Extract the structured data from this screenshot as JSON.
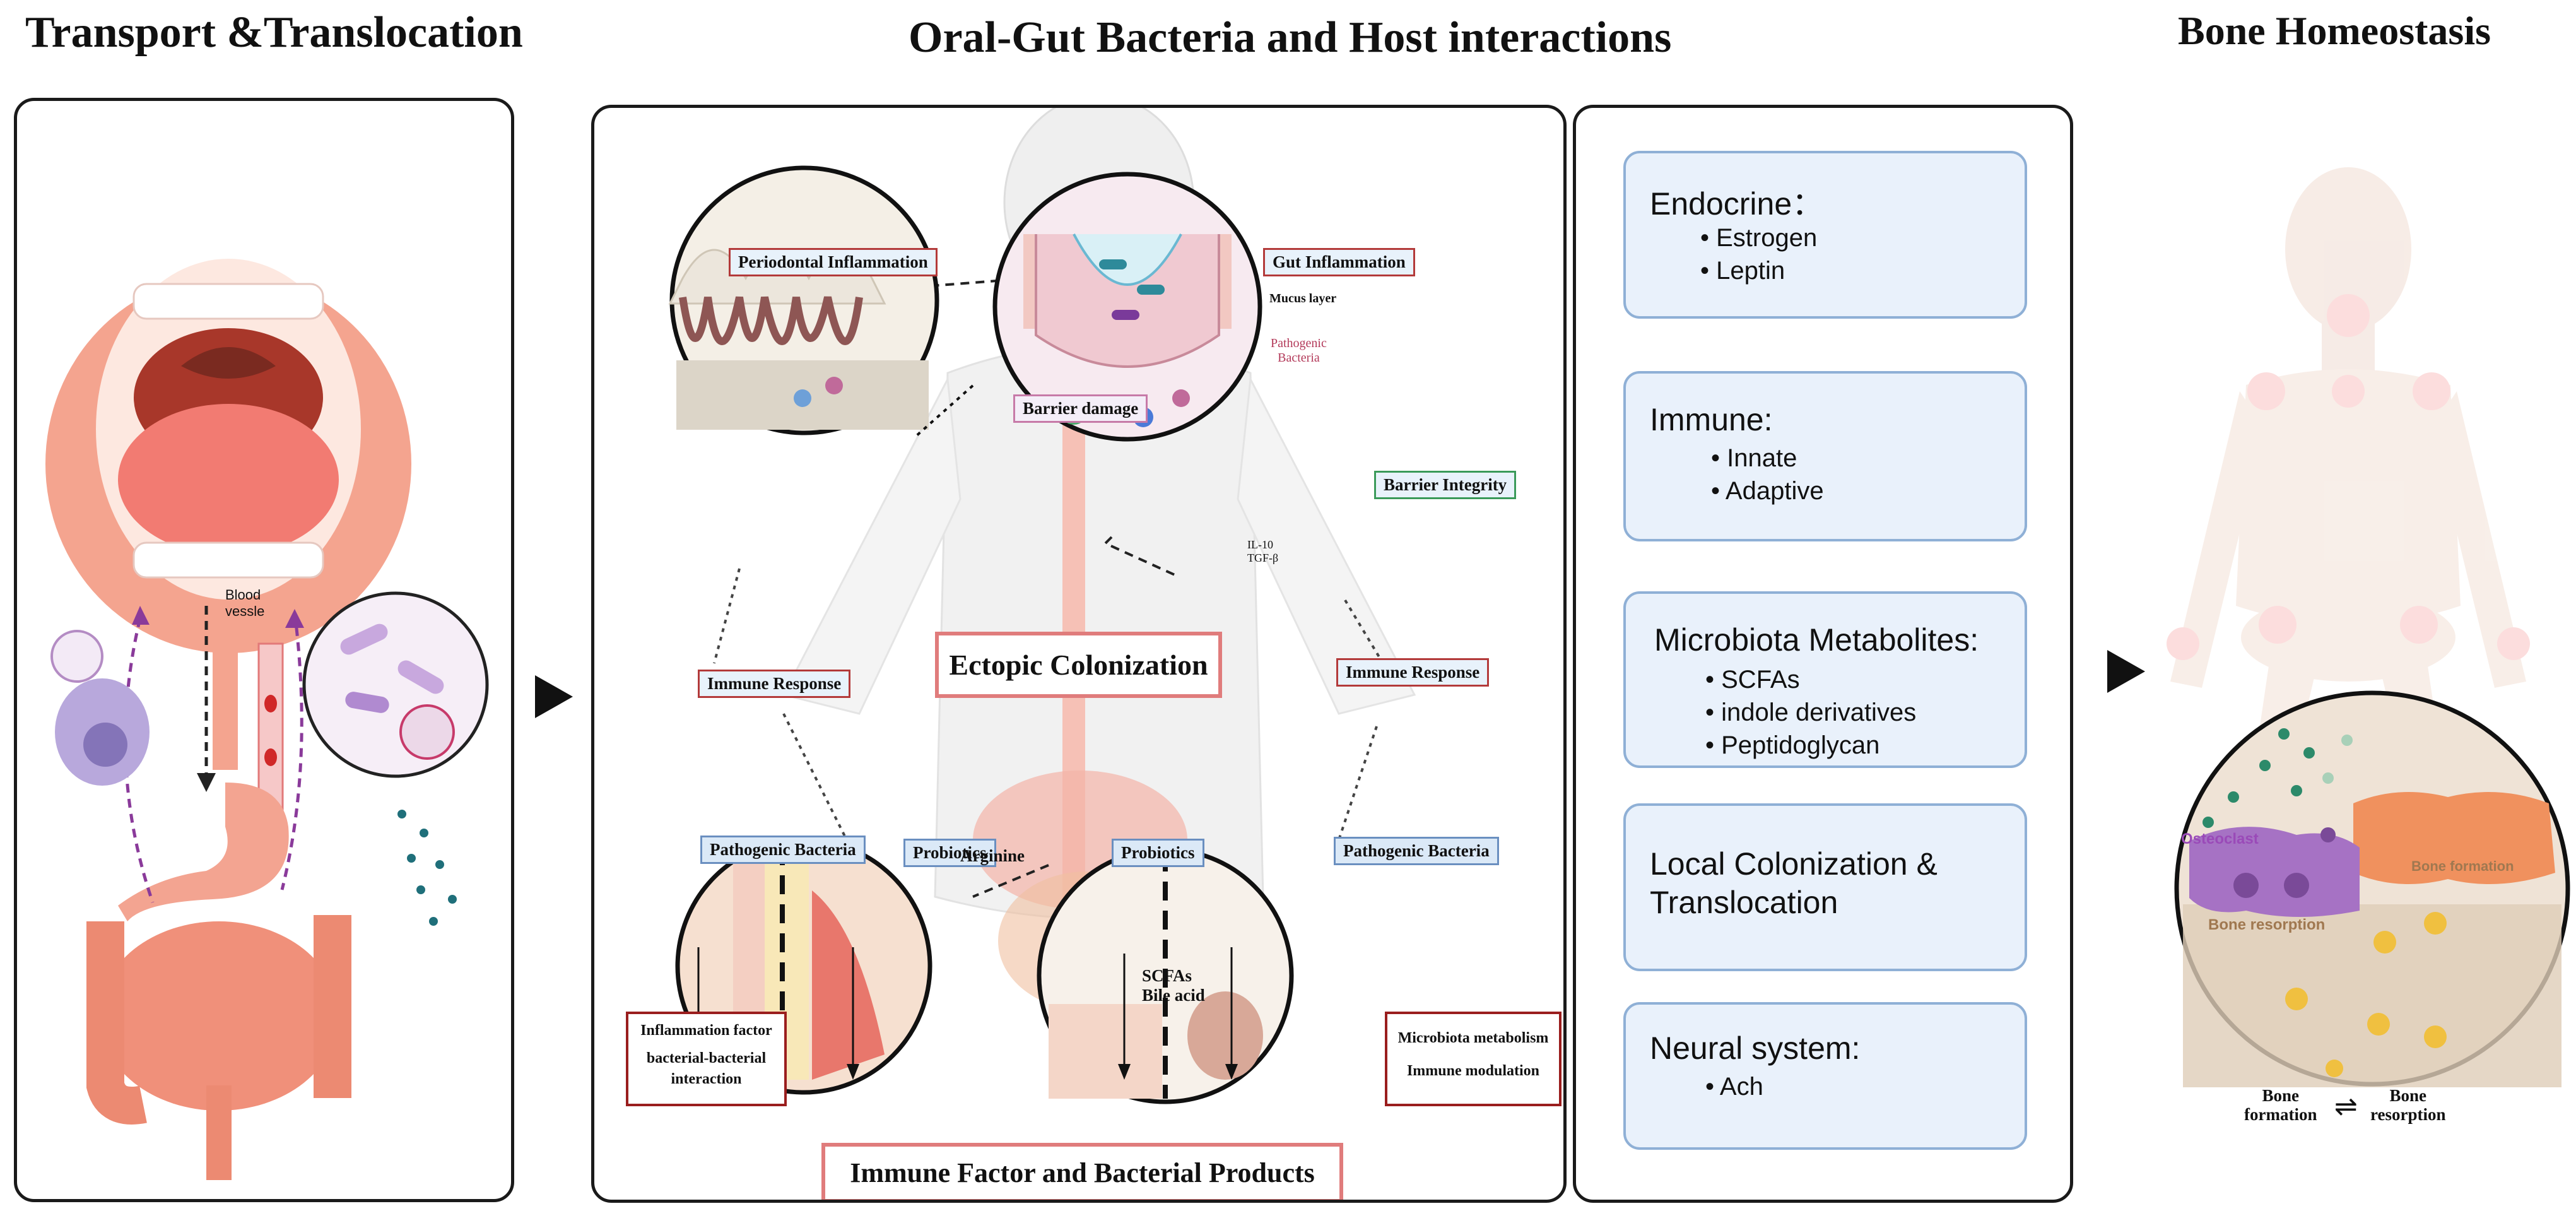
{
  "titles": {
    "left": "Transport &Translocation",
    "center": "Oral-Gut Bacteria and Host interactions",
    "right": "Bone Homeostasis"
  },
  "left_panel": {
    "blood_vessel": "Blood\nvessle"
  },
  "center_panel": {
    "periodontal_inflammation": "Periodontal Inflammation",
    "gut_inflammation": "Gut Inflammation",
    "mucus_layer": "Mucus layer",
    "pathogenic_bacteria_gut": "Pathogenic\nBacteria",
    "barrier_damage": "Barrier damage",
    "barrier_integrity": "Barrier Integrity",
    "cytokines": "IL-10\nTGF-β",
    "ectopic_colonization": "Ectopic Colonization",
    "immune_response_left": "Immune Response",
    "immune_response_right": "Immune Response",
    "pathogenic_bacteria_left": "Pathogenic Bacteria",
    "probiotics_left": "Probiotics",
    "arginine": "Arginine",
    "probiotics_right": "Probiotics",
    "pathogenic_bacteria_right": "Pathogenic Bacteria",
    "scfas_bile": "SCFAs\nBile acid",
    "inflammation_box": {
      "line1": "Inflammation factor",
      "line2": "bacterial-bacterial\ninteraction"
    },
    "microbiota_box": {
      "line1": "Microbiota metabolism",
      "line2": "Immune modulation"
    },
    "immune_factor": "Immune Factor and Bacterial Products"
  },
  "factors": [
    {
      "heading": "Endocrine：",
      "items": [
        "Estrogen",
        "Leptin"
      ]
    },
    {
      "heading": "Immune:",
      "items": [
        "Innate",
        "Adaptive"
      ]
    },
    {
      "heading": "Microbiota Metabolites:",
      "items": [
        "SCFAs",
        "indole derivatives",
        "Peptidoglycan"
      ]
    },
    {
      "heading": "Local Colonization &\nTranslocation",
      "items": []
    },
    {
      "heading": "Neural system:",
      "items": [
        "Ach"
      ]
    }
  ],
  "bone": {
    "osteoclast": "Osteoclast",
    "bone_formation_inner": "Bone formation",
    "bone_resorption_inner": "Bone resorption",
    "bone_formation": "Bone\nformation",
    "bone_resorption": "Bone\nresorption",
    "equilibrium_symbol": "⇌"
  },
  "colors": {
    "panel_border": "#1a1a1a",
    "card_fill": "#e9f1fb",
    "card_border": "#8fb0d6",
    "highlight_box_border": "#e07c7c",
    "label_border": "#b33a3a"
  }
}
